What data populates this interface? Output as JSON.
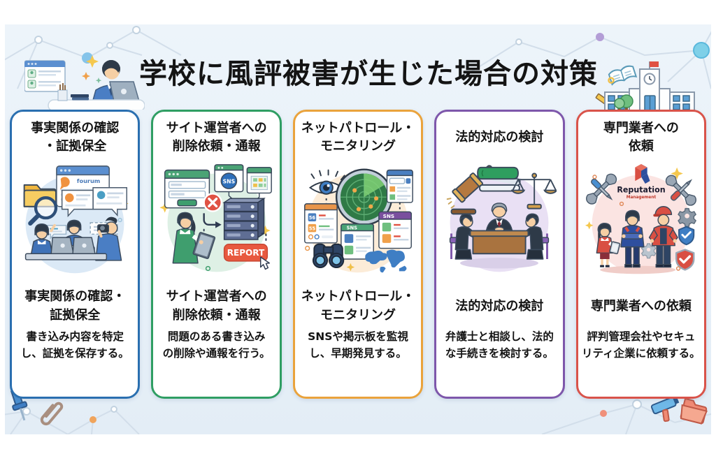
{
  "header": {
    "title": "学校に風評被害が生じた場合の対策"
  },
  "colors": {
    "canvas_bg": "#e9f1f8",
    "card_bg": "#ffffff",
    "title_color": "#141414"
  },
  "cards": [
    {
      "id": "fact-check",
      "accent": "#2a6fb0",
      "title_line1": "事実関係の確認",
      "title_line2": "・証拠保全",
      "subtitle_line1": "事実関係の確認・",
      "subtitle_line2": "証拠保全",
      "desc_line1": "書き込み内容を特定",
      "desc_line2": "し、証拠を保存する。",
      "labels": {
        "browser": "fourum"
      }
    },
    {
      "id": "deletion-request",
      "accent": "#2f9e63",
      "title_line1": "サイト運営者への",
      "title_line2": "削除依頼・通報",
      "subtitle_line1": "サイト運営者への",
      "subtitle_line2": "削除依頼・通報",
      "desc_line1": "問題のある書き込み",
      "desc_line2": "の削除や通報を行う。",
      "labels": {
        "sns": "SNS",
        "report": "REPORT"
      }
    },
    {
      "id": "net-patrol",
      "accent": "#eaa33c",
      "title_line1": "ネットパトロール・",
      "title_line2": "モニタリング",
      "subtitle_line1": "ネットパトロール・",
      "subtitle_line2": "モニタリング",
      "desc_line1": "SNSや掲示板を監視",
      "desc_line2": "し、早期発見する。",
      "labels": {
        "sns_green": "SNS",
        "sns_purple": "SNS",
        "badge1": "56",
        "badge2": "55"
      }
    },
    {
      "id": "legal-response",
      "accent": "#7e57ab",
      "title_line1": "法的対応の検討",
      "title_line2": "",
      "subtitle_line1": "法的対応の検討",
      "subtitle_line2": "",
      "desc_line1": "弁護士と相談し、法的",
      "desc_line2": "な手続きを検討する。",
      "labels": {}
    },
    {
      "id": "specialist-request",
      "accent": "#d9534a",
      "title_line1": "専門業者への",
      "title_line2": "依頼",
      "subtitle_line1": "専門業者への依頼",
      "subtitle_line2": "",
      "desc_line1": "評判管理会社やセキュ",
      "desc_line2": "リティ企業に依頼する。",
      "labels": {
        "logo_main": "Reputation",
        "logo_sub": "Management"
      }
    }
  ]
}
